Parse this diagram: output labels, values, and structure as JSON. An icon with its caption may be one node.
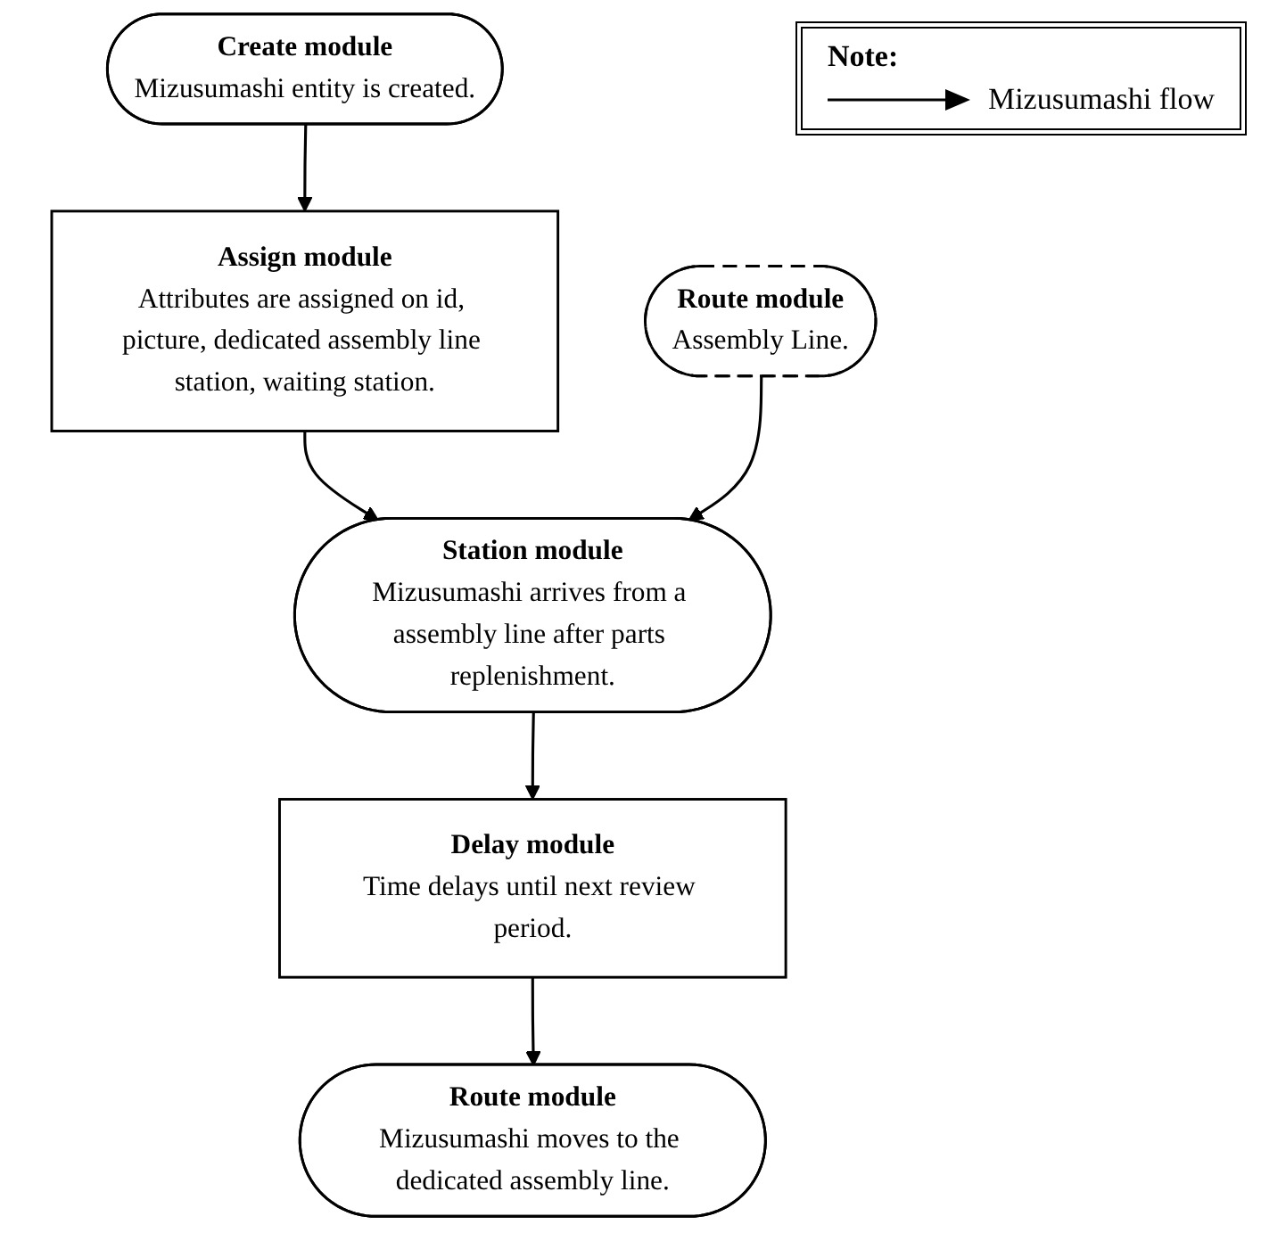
{
  "diagram": {
    "nodes": [
      {
        "text": [
          "Create module",
          "Mizusumashi entity is created."
        ]
      },
      {
        "text": [
          "Assign module",
          "Attributes are assigned on id, picture, dedicated assembly line station, waiting station."
        ]
      },
      {
        "text": [
          "Route module",
          "Assembly Line."
        ]
      },
      {
        "text": [
          "Station module",
          "Mizusumashi arrives from a assembly line after parts replenishment."
        ]
      },
      {
        "text": [
          "Delay module",
          "Time delays until next review period."
        ]
      },
      {
        "text": [
          "Route module",
          "Mizusumashi moves to the dedicated assembly line."
        ]
      }
    ],
    "edges": [
      {
        "from": 0,
        "to": 1,
        "arrow": "to"
      },
      {
        "from": 1,
        "to": 3,
        "arrow": "to"
      },
      {
        "from": 2,
        "to": 3,
        "arrow": "to"
      },
      {
        "from": 3,
        "to": 4,
        "arrow": "to"
      },
      {
        "from": 4,
        "to": 5,
        "arrow": "to"
      }
    ],
    "labels": [
      "Note:"
    ],
    "legend": [
      {
        "text": "Mizusumashi flow"
      }
    ]
  }
}
